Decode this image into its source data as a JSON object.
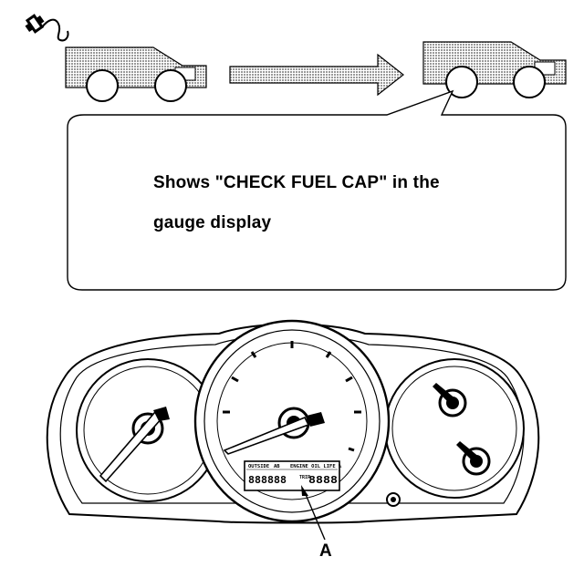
{
  "callout": {
    "line1": "Shows \"CHECK FUEL CAP\" in the",
    "line2": "gauge display"
  },
  "lcd": {
    "left_caption": "OUTSIDE",
    "left_mid": "AB",
    "right_caption": "ENGINE OIL LIFE %",
    "left_digits": "888888",
    "right_small": "TRIP",
    "right_digits": "8888"
  },
  "pointer_label": "A",
  "icons": [
    "fuel-cap-icon",
    "vehicle-icon",
    "arrow-right-icon",
    "instrument-cluster-icon"
  ],
  "colors": {
    "ink": "#000000",
    "fill_gray": "#b4b4b4",
    "paper": "#ffffff"
  }
}
